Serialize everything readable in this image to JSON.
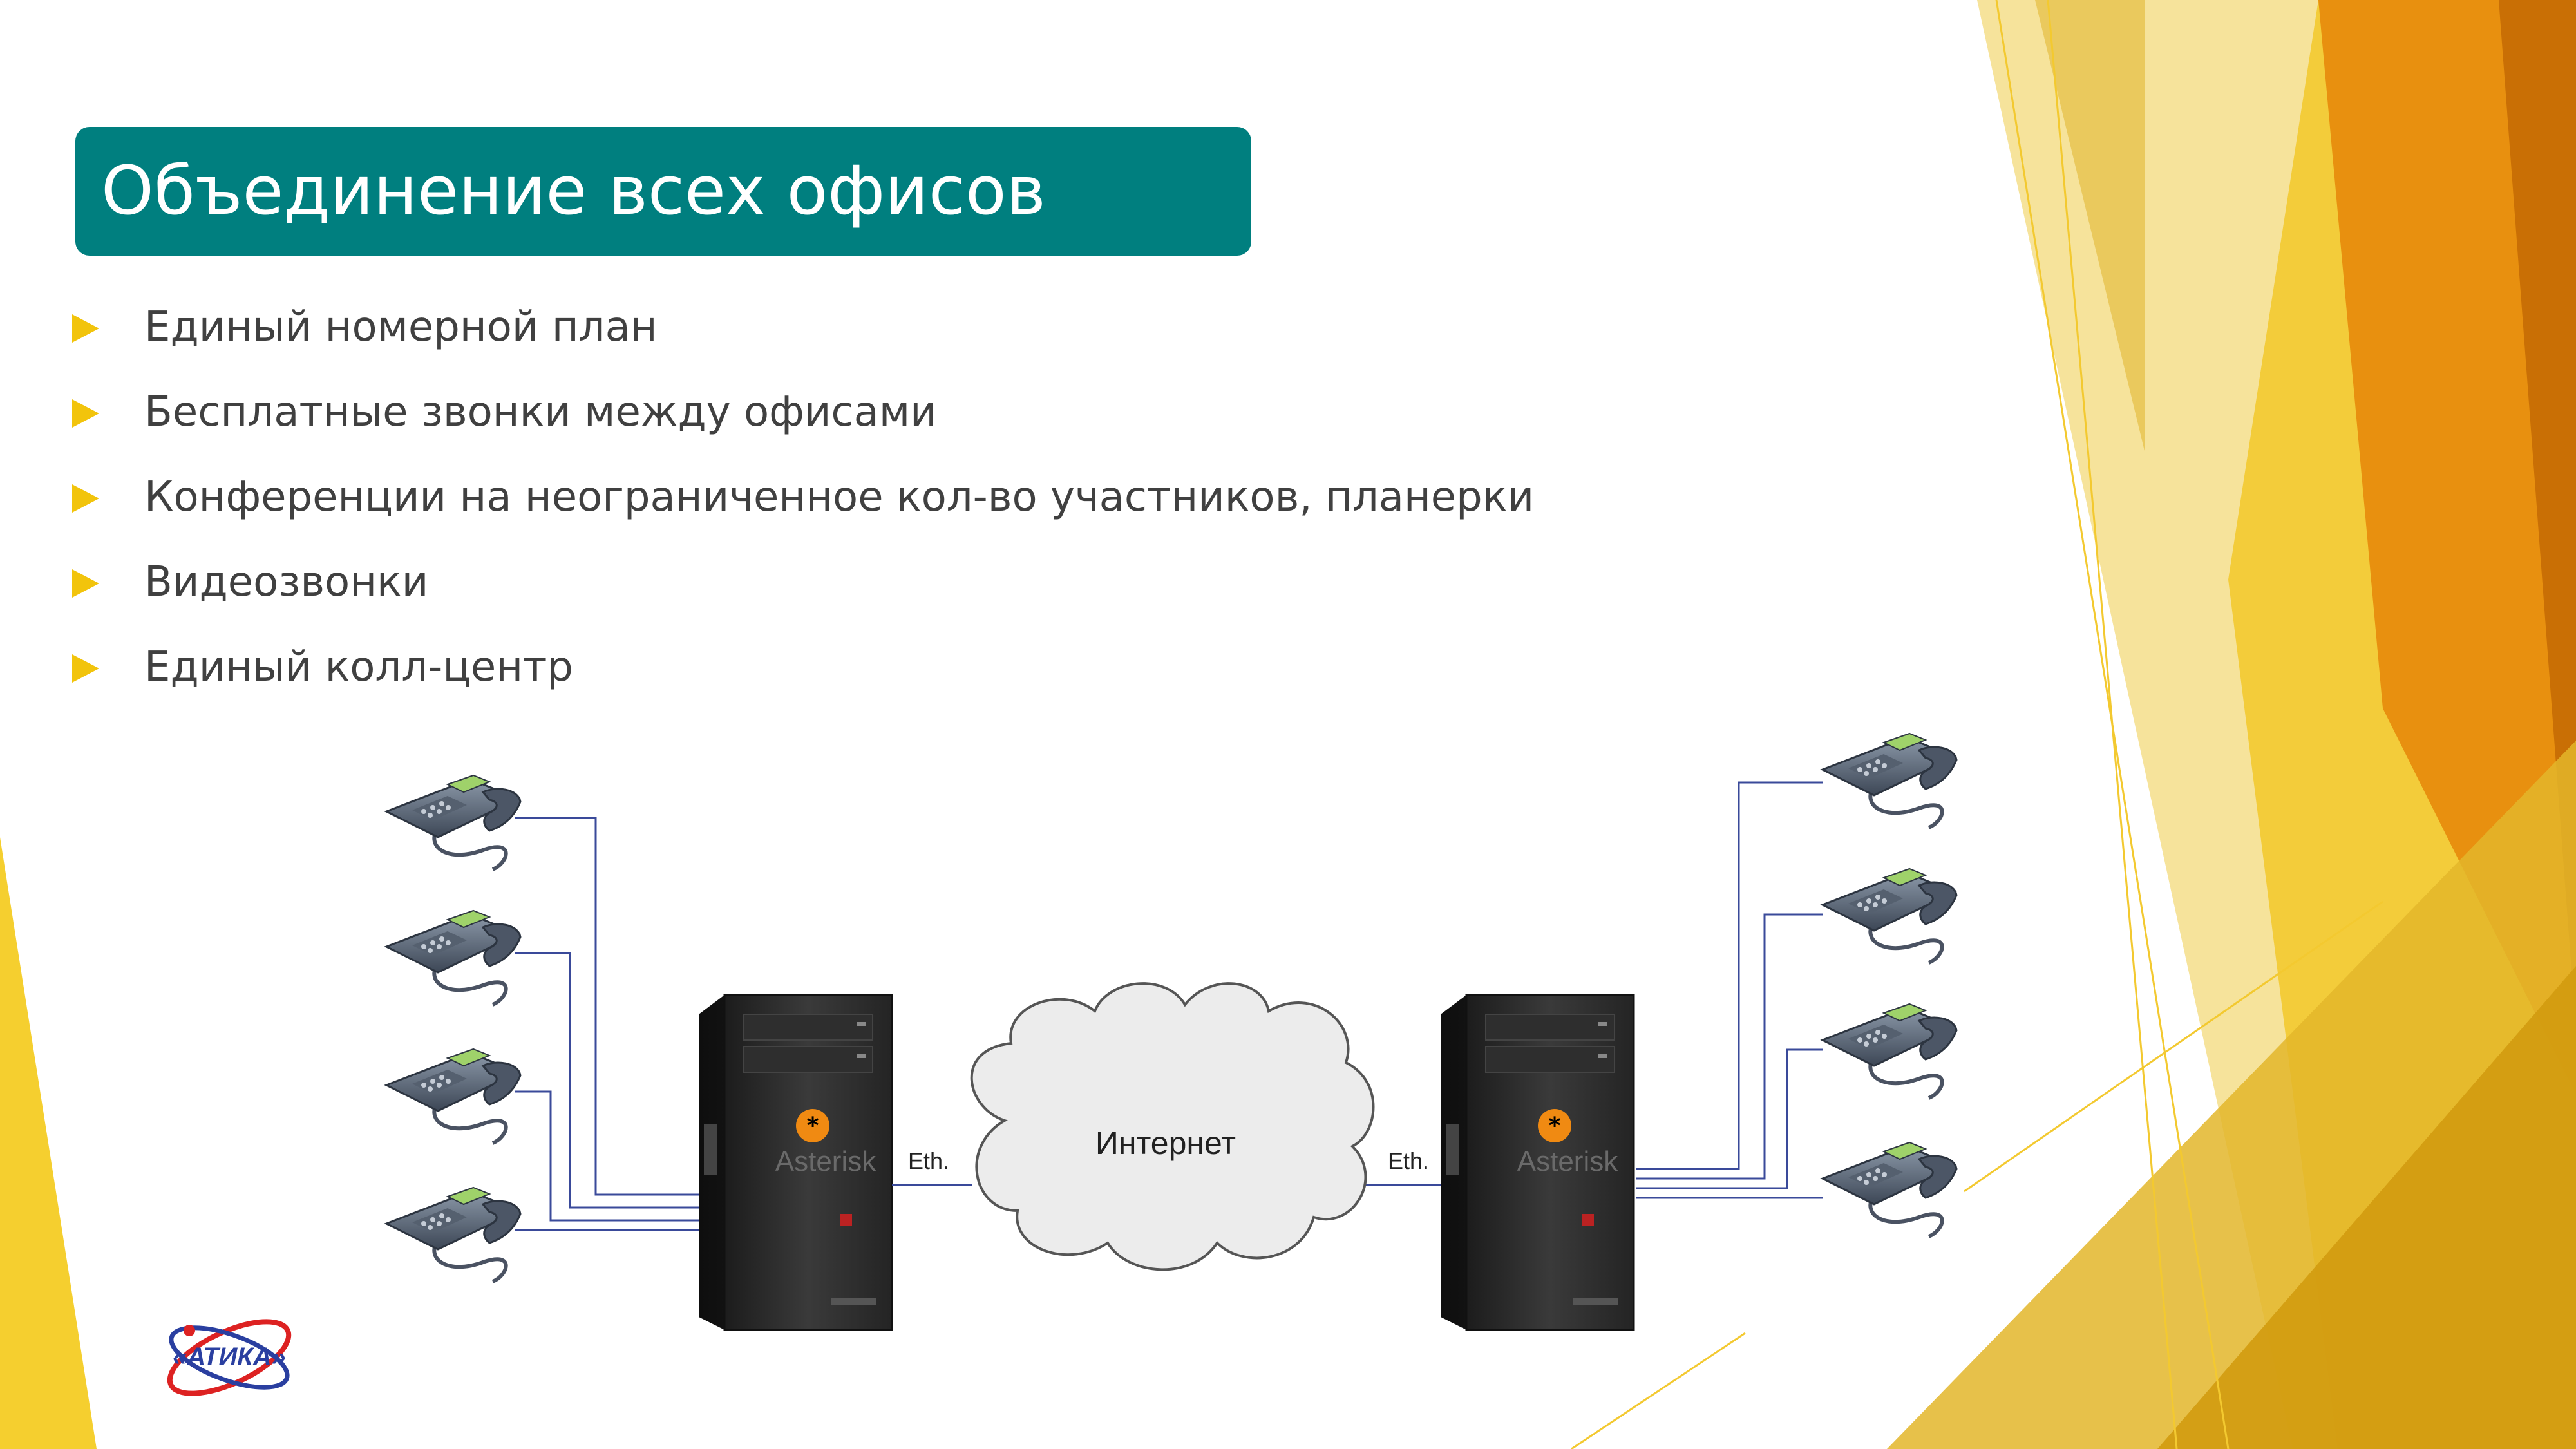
{
  "slide": {
    "title": "Объединение всех офисов",
    "bullets": [
      "Единый номерной план",
      "Бесплатные звонки между офисами",
      "Конференции на неограниченное кол-во участников, планерки",
      "Видеозвонки",
      "Единый колл-центр"
    ]
  },
  "diagram": {
    "cloud_label": "Интернет",
    "left_link_label": "Eth.",
    "right_link_label": "Eth.",
    "server_brand": "Asterisk",
    "phones_per_office": 4
  },
  "logo": {
    "text": "«АТИКА»"
  },
  "colors": {
    "title_bg": "#007f7f",
    "title_text": "#ffffff",
    "bullet_marker": "#f2c40c",
    "body_text": "#404040",
    "deco_yellow": "#f5cf2f",
    "deco_orange": "#e8900f",
    "wire": "#3a4a9a"
  }
}
